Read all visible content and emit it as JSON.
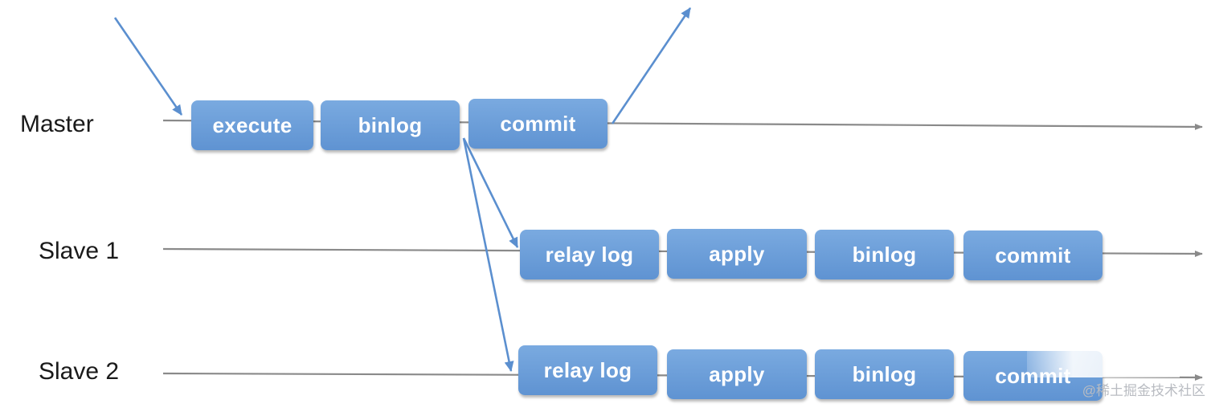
{
  "rows": {
    "master": "Master",
    "slave1": "Slave 1",
    "slave2": "Slave 2"
  },
  "master_steps": [
    "execute",
    "binlog",
    "commit"
  ],
  "slave1_steps": [
    "relay log",
    "apply",
    "binlog",
    "commit"
  ],
  "slave2_steps": [
    "relay log",
    "apply",
    "binlog",
    "commit"
  ],
  "watermark": "@稀土掘金技术社区",
  "colors": {
    "box": "#6b9edb",
    "line": "#8a8a8a",
    "arrow": "#5b8fcf"
  }
}
